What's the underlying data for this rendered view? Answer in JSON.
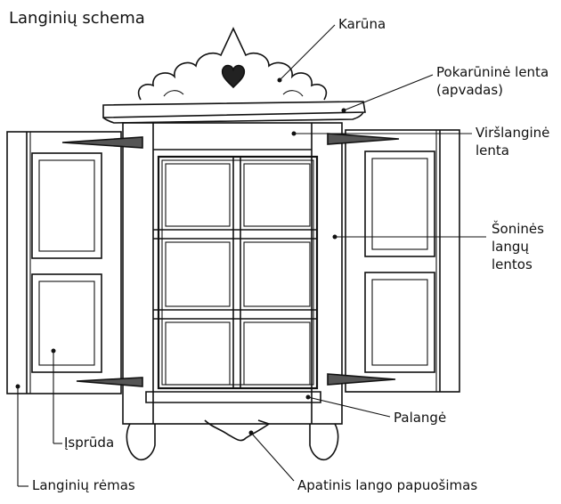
{
  "title": "Langinių schema",
  "labels": {
    "karuna": "Karūna",
    "pokaruanine_1": "Pokarūninė lenta",
    "pokaruanine_2": "(apvadas)",
    "virslangine_1": "Viršlanginė",
    "virslangine_2": "lenta",
    "sonines_1": "Šoninės",
    "sonines_2": "langų",
    "sonines_3": "lentos",
    "palange": "Palangė",
    "ispruda": "Įsprūda",
    "langiniu_remas": "Langinių rėmas",
    "apatinis": "Apatinis lango papuošimas"
  }
}
